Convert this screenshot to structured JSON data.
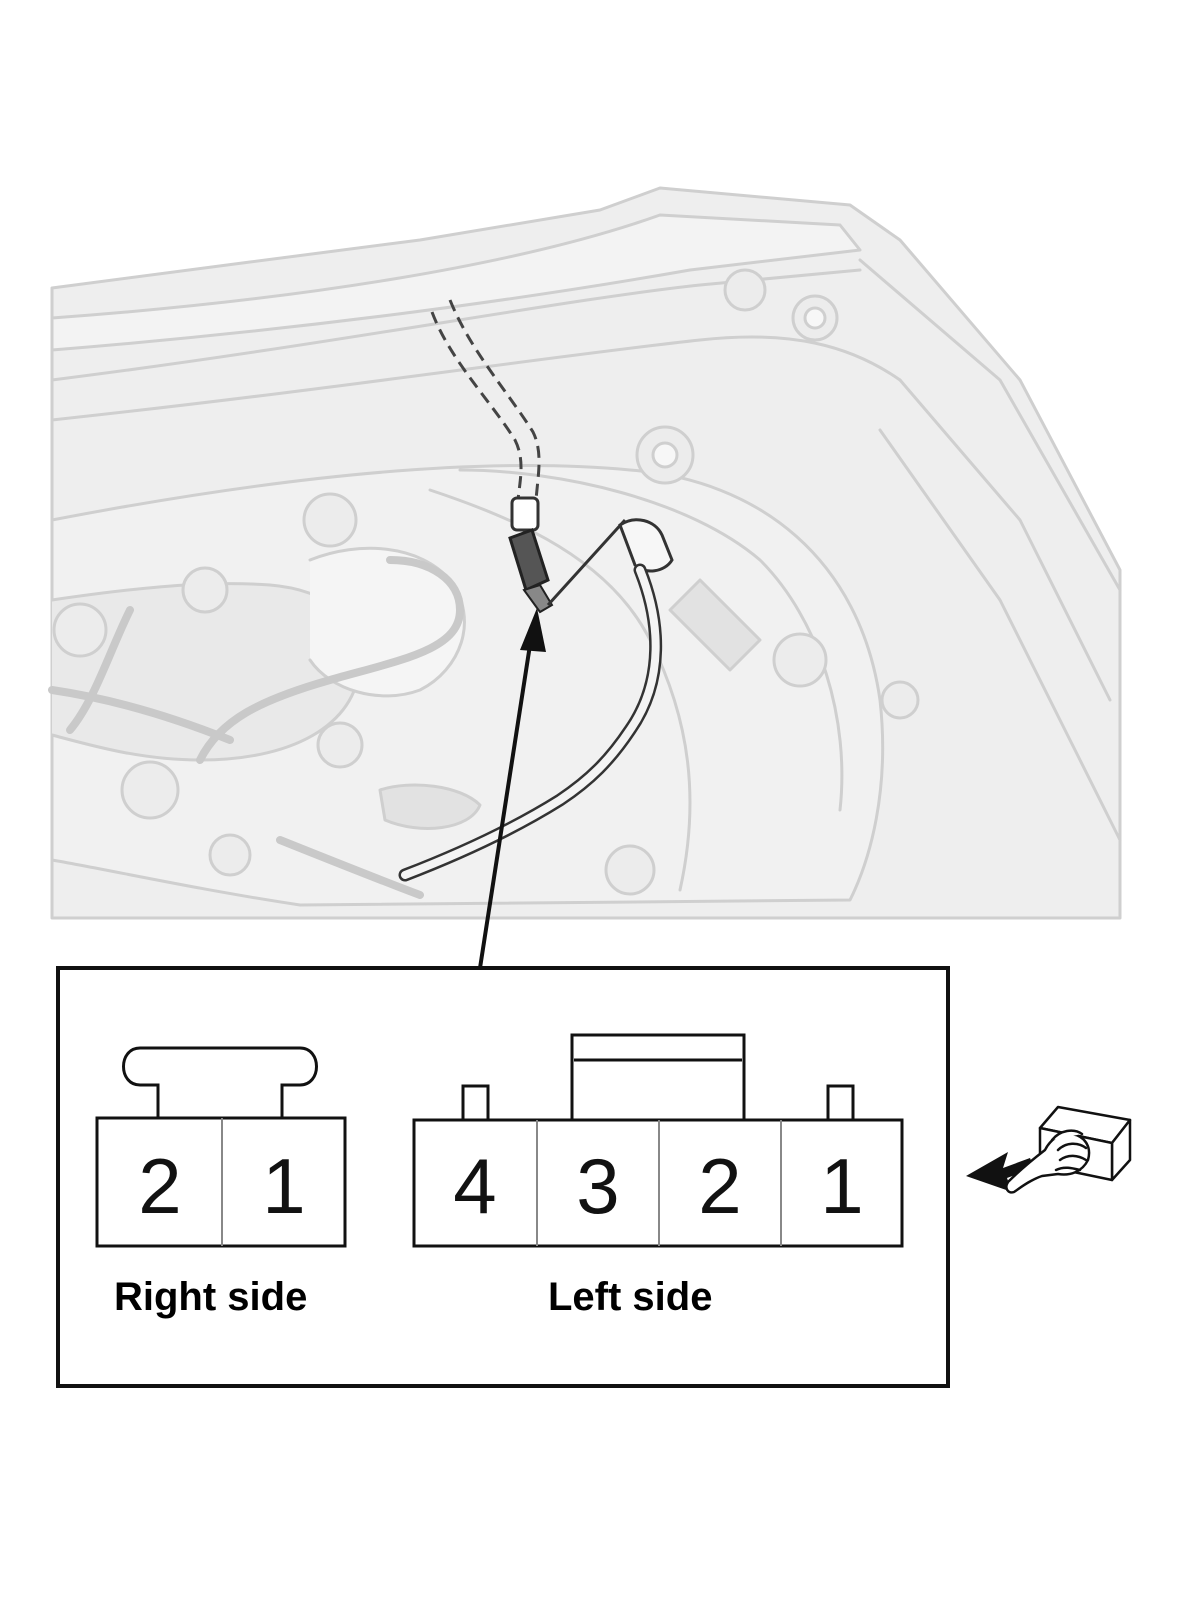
{
  "connectors": {
    "right": {
      "label": "Right side",
      "pins": [
        "2",
        "1"
      ]
    },
    "left": {
      "label": "Left side",
      "pins": [
        "4",
        "3",
        "2",
        "1"
      ]
    }
  },
  "icons": {
    "vehicle": "trunk-lid-underside-illustration",
    "view": "hand-holding-connector-icon",
    "pointer": "arrow-icon"
  },
  "colors": {
    "line": "#111111",
    "illustration": "#e4e4e4",
    "connector_highlight": "#555555"
  }
}
